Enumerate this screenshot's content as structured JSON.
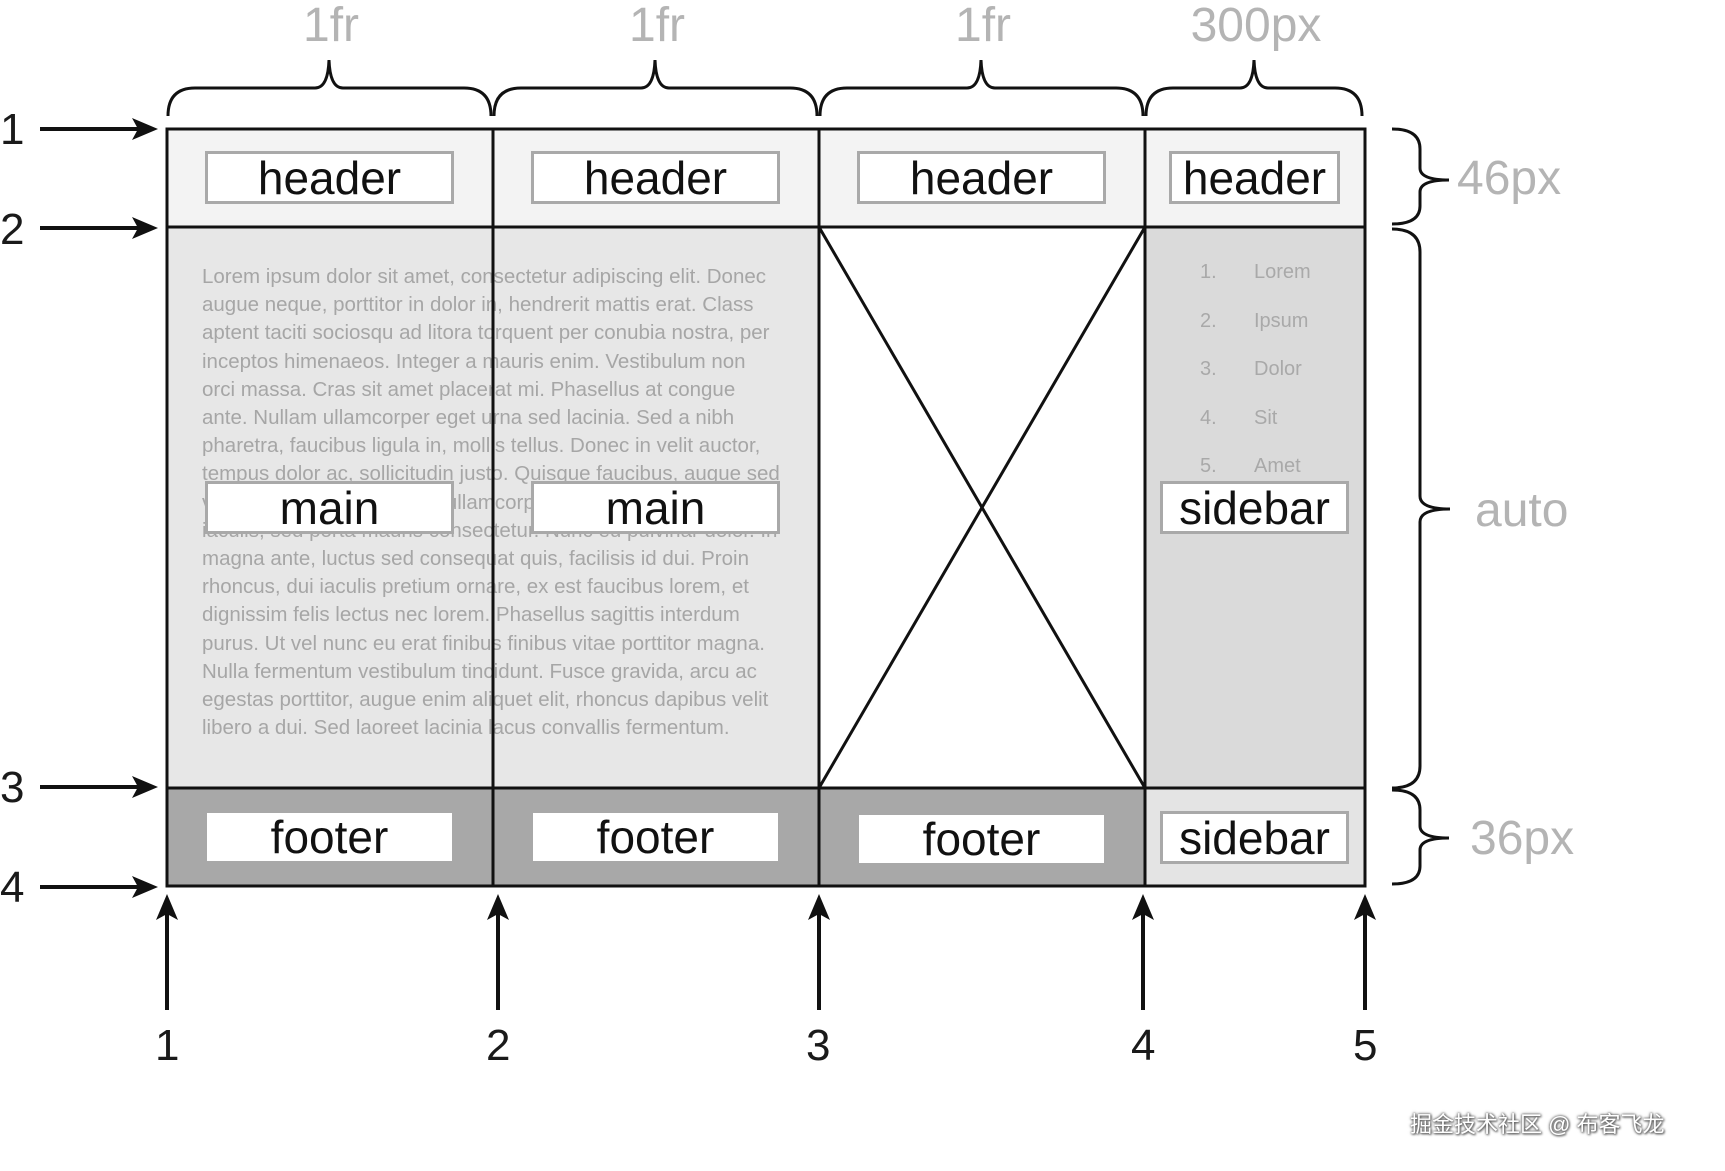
{
  "columns": [
    {
      "label": "1fr"
    },
    {
      "label": "1fr"
    },
    {
      "label": "1fr"
    },
    {
      "label": "300px"
    }
  ],
  "rows": [
    {
      "label": "46px"
    },
    {
      "label": "auto"
    },
    {
      "label": "36px"
    }
  ],
  "row_lines": [
    "1",
    "2",
    "3",
    "4"
  ],
  "column_lines": [
    "1",
    "2",
    "3",
    "4",
    "5"
  ],
  "areas": {
    "header": "header",
    "main": "main",
    "sidebar": "sidebar",
    "footer": "footer"
  },
  "lorem_text": "Lorem ipsum dolor sit amet, consectetur adipiscing elit. Donec augue neque, porttitor in dolor in, hendrerit mattis erat. Class aptent taciti sociosqu ad litora torquent per conubia nostra, per inceptos himenaeos. Integer a mauris enim. Vestibulum non orci massa. Cras sit amet placerat mi. Phasellus at congue ante. Nullam ullamcorper eget urna sed lacinia. Sed a nibh pharetra, faucibus ligula in, mollis tellus. Donec in velit auctor, tempus dolor ac, sollicitudin justo. Quisque faucibus, augue sed varius ornare, sem neque, ullamcorper nulla et u eu arcu iaculis, sed porta mauris consectetur. Nunc eu pulvinar dolor. In magna ante, luctus sed consequat quis, facilisis id dui. Proin rhoncus, dui iaculis pretium ornare, ex est faucibus lorem, et dignissim felis lectus nec lorem. Phasellus sagittis interdum purus. Ut vel nunc eu erat finibus finibus vitae porttitor magna. Nulla fermentum vestibulum tincidunt. Fusce gravida, arcu ac egestas porttitor, augue enim aliquet elit, rhoncus dapibus velit libero a dui. Sed laoreet lacinia lacus convallis fermentum.",
  "sidebar_list": [
    {
      "num": "1.",
      "text": "Lorem"
    },
    {
      "num": "2.",
      "text": "Ipsum"
    },
    {
      "num": "3.",
      "text": "Dolor"
    },
    {
      "num": "4.",
      "text": "Sit"
    },
    {
      "num": "5.",
      "text": "Amet"
    }
  ],
  "watermark": "掘金技术社区 @ 布客飞龙"
}
